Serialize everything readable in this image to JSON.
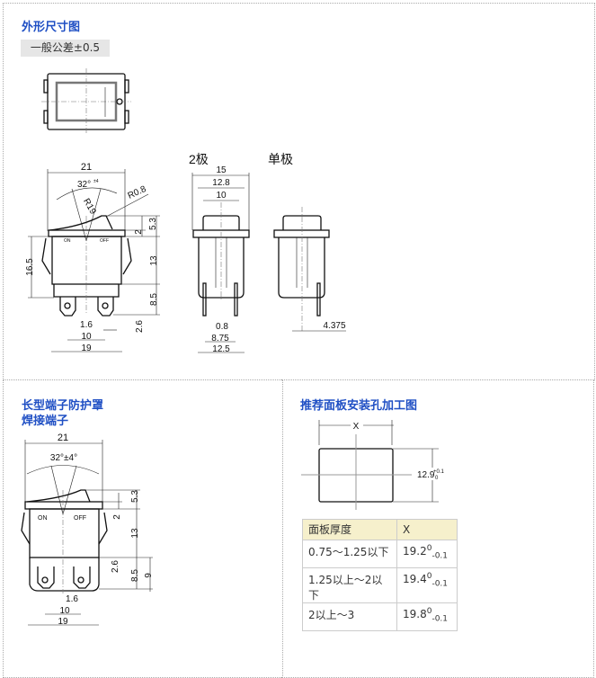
{
  "outline": {
    "title": "外形尺寸图",
    "tolerance": "一般公差±0.5",
    "side_view": {
      "width": "21",
      "angle": "32°",
      "angle_tol": "±4",
      "radius": "R19",
      "corner_radius": "R0.8",
      "h_5_3": "5.3",
      "h_2": "2",
      "h_13": "13",
      "h_16_5": "16.5",
      "h_8_5": "8.5",
      "h_2_6": "2.6",
      "w_1_6": "1.6",
      "w_10": "10",
      "w_19": "19",
      "on": "ON",
      "off": "OFF"
    },
    "double_pole": {
      "label": "2极",
      "w_15": "15",
      "w_12_8": "12.8",
      "w_10": "10",
      "w_0_8": "0.8",
      "w_8_75": "8.75",
      "w_12_5": "12.5"
    },
    "single_pole": {
      "label": "单极",
      "w_4_375": "4.375"
    }
  },
  "long_terminal": {
    "title1": "长型端子防护罩",
    "title2": "焊接端子",
    "width": "21",
    "angle": "32°±4°",
    "h_5_3": "5.3",
    "h_2": "2",
    "h_13": "13",
    "h_2_6": "2.6",
    "h_8_5": "8.5",
    "h_9": "9",
    "w_1_6": "1.6",
    "w_10": "10",
    "w_19": "19",
    "on": "ON",
    "off": "OFF"
  },
  "panel_cutout": {
    "title": "推荐面板安装孔加工图",
    "x_label": "X",
    "height": "12.9",
    "height_tol_upper": "+0.1",
    "height_tol_lower": "0",
    "table": {
      "headers": [
        "面板厚度",
        "X"
      ],
      "rows": [
        {
          "thickness": "0.75～1.25以下",
          "x": "19.2",
          "sup": "0",
          "sub": "-0.1"
        },
        {
          "thickness": "1.25以上～2以下",
          "x": "19.4",
          "sup": "0",
          "sub": "-0.1"
        },
        {
          "thickness": "2以上～3",
          "x": "19.8",
          "sup": "0",
          "sub": "-0.1"
        }
      ]
    }
  }
}
